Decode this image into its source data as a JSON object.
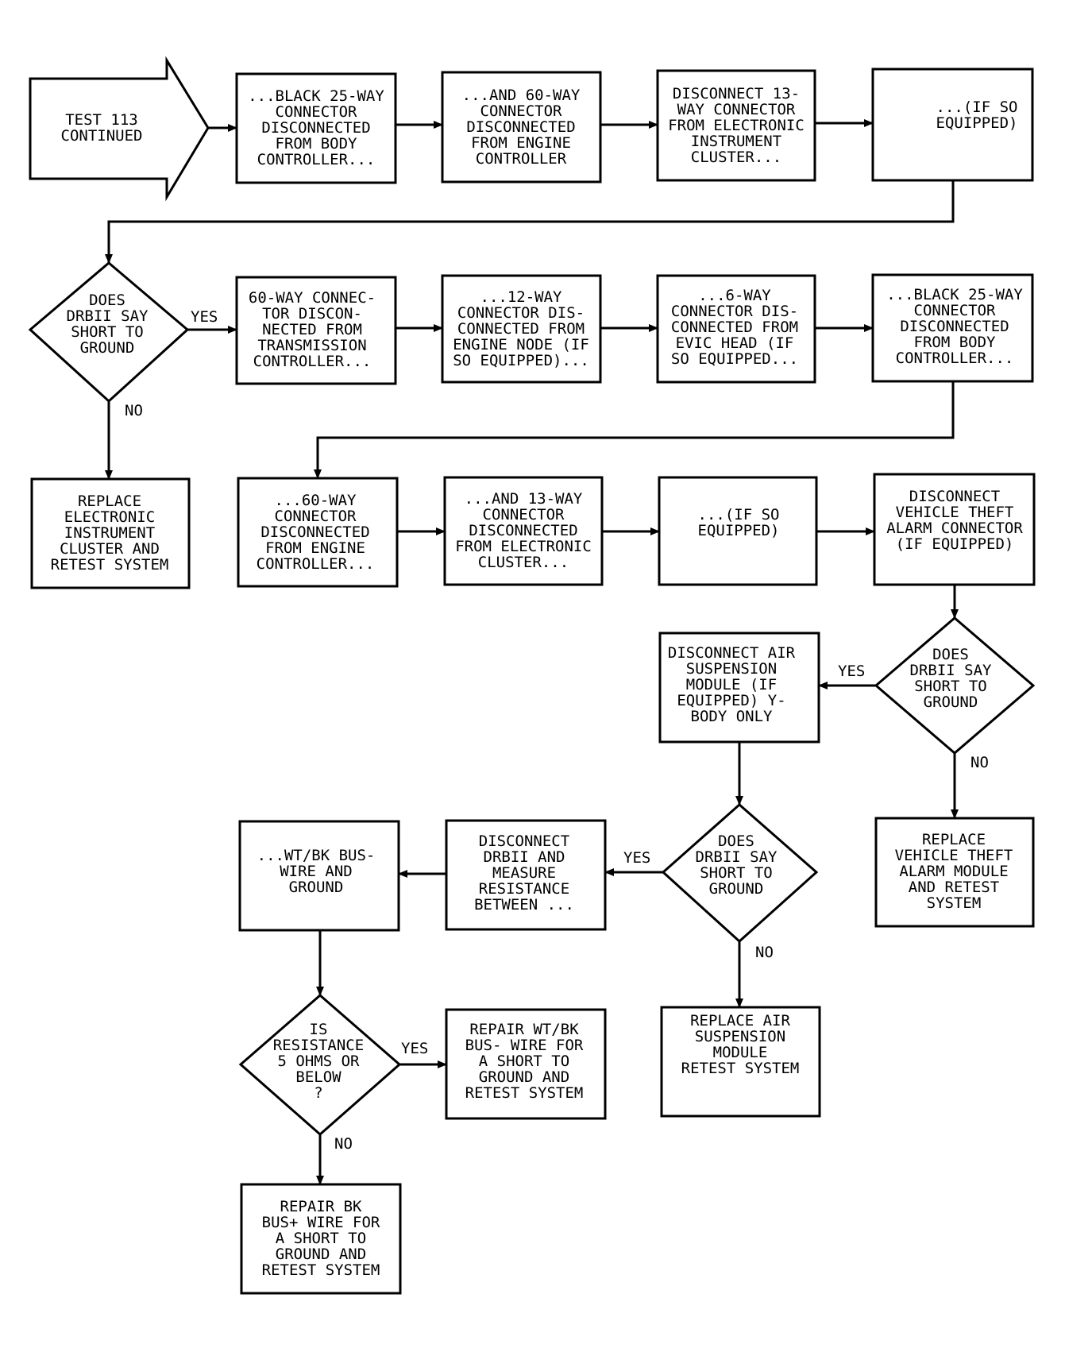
{
  "nodes": {
    "start": {
      "lines": [
        "TEST 113",
        "CONTINUED"
      ]
    },
    "r1b1": {
      "lines": [
        "...BLACK 25-WAY",
        "CONNECTOR",
        "DISCONNECTED",
        "FROM BODY",
        "CONTROLLER..."
      ]
    },
    "r1b2": {
      "lines": [
        "...AND 60-WAY",
        "CONNECTOR",
        "DISCONNECTED",
        "FROM ENGINE",
        "CONTROLLER"
      ]
    },
    "r1b3": {
      "lines": [
        "DISCONNECT 13-",
        "WAY CONNECTOR",
        "FROM ELECTRONIC",
        "INSTRUMENT",
        "CLUSTER..."
      ]
    },
    "r1b4": {
      "lines": [
        "...(IF SO",
        "EQUIPPED)"
      ]
    },
    "d1": {
      "lines": [
        "DOES",
        "DRBII SAY",
        "SHORT TO",
        "GROUND"
      ]
    },
    "r2b1": {
      "lines": [
        "60-WAY CONNEC-",
        "TOR DISCON-",
        "NECTED FROM",
        "TRANSMISSION",
        "CONTROLLER..."
      ]
    },
    "r2b2": {
      "lines": [
        "...12-WAY",
        "CONNECTOR DIS-",
        "CONNECTED FROM",
        "ENGINE NODE (IF",
        "SO EQUIPPED)..."
      ]
    },
    "r2b3": {
      "lines": [
        "...6-WAY",
        "CONNECTOR DIS-",
        "CONNECTED FROM",
        "EVIC HEAD (IF",
        "SO EQUIPPED..."
      ]
    },
    "r2b4": {
      "lines": [
        "...BLACK 25-WAY",
        "CONNECTOR",
        "DISCONNECTED",
        "FROM BODY",
        "CONTROLLER..."
      ]
    },
    "replace_cluster": {
      "lines": [
        "REPLACE",
        "ELECTRONIC",
        "INSTRUMENT",
        "CLUSTER AND",
        "RETEST SYSTEM"
      ]
    },
    "r3b1": {
      "lines": [
        "...60-WAY",
        "CONNECTOR",
        "DISCONNECTED",
        "FROM ENGINE",
        "CONTROLLER..."
      ]
    },
    "r3b2": {
      "lines": [
        "...AND 13-WAY",
        "CONNECTOR",
        "DISCONNECTED",
        "FROM ELECTRONIC",
        "CLUSTER..."
      ]
    },
    "r3b3": {
      "lines": [
        "...(IF SO",
        "EQUIPPED)"
      ]
    },
    "r3b4": {
      "lines": [
        "DISCONNECT",
        "VEHICLE THEFT",
        "ALARM CONNECTOR",
        "(IF EQUIPPED)"
      ]
    },
    "d2": {
      "lines": [
        "DOES",
        "DRBII SAY",
        "SHORT TO",
        "GROUND"
      ]
    },
    "air_disc": {
      "lines": [
        "DISCONNECT AIR",
        "SUSPENSION",
        "MODULE (IF",
        "EQUIPPED) Y-",
        "BODY ONLY"
      ]
    },
    "replace_theft": {
      "lines": [
        "REPLACE",
        "VEHICLE THEFT",
        "ALARM MODULE",
        "AND RETEST",
        "SYSTEM"
      ]
    },
    "d3": {
      "lines": [
        "DOES",
        "DRBII SAY",
        "SHORT TO",
        "GROUND"
      ]
    },
    "measure": {
      "lines": [
        "DISCONNECT",
        "DRBII AND",
        "MEASURE",
        "RESISTANCE",
        "BETWEEN ..."
      ]
    },
    "wtbk": {
      "lines": [
        "...WT/BK BUS-",
        "WIRE AND",
        "GROUND"
      ]
    },
    "replace_air": {
      "lines": [
        "REPLACE AIR",
        "SUSPENSION",
        "MODULE",
        "RETEST SYSTEM"
      ]
    },
    "d4": {
      "lines": [
        "IS",
        "RESISTANCE",
        "5 OHMS OR",
        "BELOW",
        "?"
      ]
    },
    "repair_wtbk": {
      "lines": [
        "REPAIR WT/BK",
        "BUS- WIRE FOR",
        "A SHORT TO",
        "GROUND AND",
        "RETEST SYSTEM"
      ]
    },
    "repair_bk": {
      "lines": [
        "REPAIR BK",
        "BUS+ WIRE FOR",
        "A SHORT TO",
        "GROUND AND",
        "RETEST SYSTEM"
      ]
    }
  },
  "edge_labels": {
    "d1_yes": "YES",
    "d1_no": "NO",
    "d2_yes": "YES",
    "d2_no": "NO",
    "d3_yes": "YES",
    "d3_no": "NO",
    "d4_yes": "YES",
    "d4_no": "NO"
  }
}
